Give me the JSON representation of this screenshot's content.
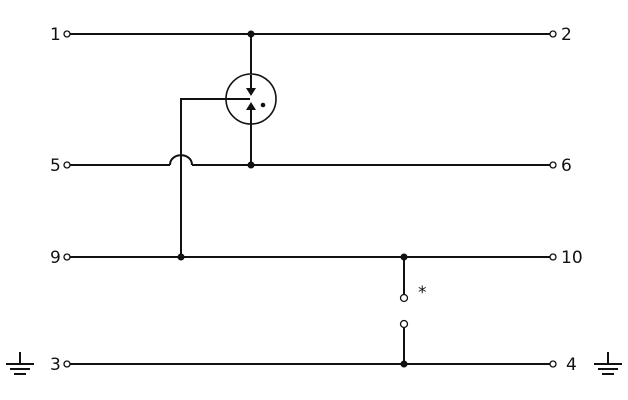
{
  "diagram": {
    "terminals": {
      "t1": "1",
      "t2": "2",
      "t5": "5",
      "t6": "6",
      "t9": "9",
      "t10": "10",
      "t3": "3",
      "t4": "4"
    },
    "switch_marker": "*",
    "icons": [
      "gas-discharge-tube-icon",
      "ground-icon"
    ],
    "colors": {
      "line": "#111111",
      "background": "#ffffff"
    }
  }
}
